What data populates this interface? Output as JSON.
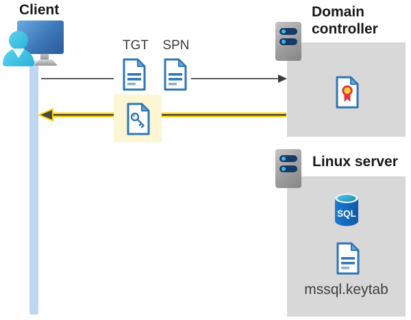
{
  "client": {
    "label": "Client"
  },
  "tickets": {
    "tgt_label": "TGT",
    "spn_label": "SPN"
  },
  "domain_controller": {
    "label": "Domain controller"
  },
  "linux_server": {
    "label": "Linux server",
    "sql_badge": "SQL",
    "keytab_filename": "mssql.keytab"
  },
  "colors": {
    "document_blue": "#2e75b6",
    "document_fold_blue": "#74a4da",
    "person_cyan": "#3ec6e8",
    "monitor_blue": "#3d77b8",
    "timeline_blue": "#bdd7f3",
    "highlight_yellow": "#fcf6d4",
    "arrow_yellow": "#ffd100",
    "arrow_dark": "#3b3b3b",
    "request_arrow_gray": "#565656",
    "panel_gray": "#d8d8d8",
    "server_slot_navy": "#173a64",
    "server_dot_cyan": "#3fb9e4",
    "sql_body_blue": "#1273c4",
    "sql_top_cyan": "#35b5d6",
    "certificate_red": "#e0383c",
    "certificate_yellow": "#ffd43b"
  },
  "icons": {
    "client-monitor-icon": "css-rect-gradient",
    "user-icon": "css-circle-and-rounded-body",
    "timeline-bar": "css-vertical-bar",
    "request-arrow": "svg-line-right-arrowhead",
    "response-arrow": "svg-yellow-shaft-left-arrowhead",
    "tgt-document-icon": "svg-document-folded-corner-lines",
    "spn-document-icon": "svg-document-folded-corner-lines",
    "key-document-icon": "svg-document-with-key-glyph",
    "server-icon": "css-gray-tower-two-slots",
    "certificate-icon": "svg-document-with-rosette-ribbon",
    "sql-database-icon": "svg-blue-cylinder-sql",
    "keytab-document-icon": "svg-document-folded-corner-lines"
  }
}
